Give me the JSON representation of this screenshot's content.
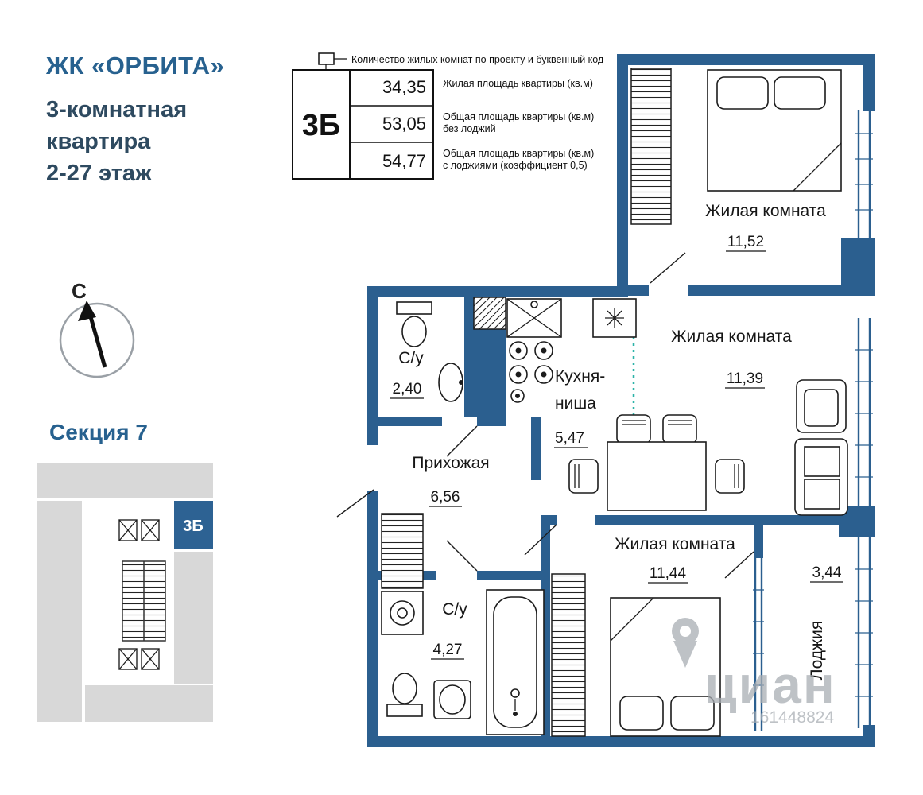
{
  "header": {
    "complex": "ЖК «ОРБИТА»",
    "subtitle_lines": [
      "3-комнатная",
      "квартира",
      "2-27 этаж"
    ]
  },
  "callout": {
    "label": "Количество жилых комнат по проекту и буквенный код"
  },
  "info_table": {
    "unit_code": "3Б",
    "rows": [
      {
        "value": "34,35",
        "label_lines": [
          "Жилая площадь квартиры (кв.м)"
        ]
      },
      {
        "value": "53,05",
        "label_lines": [
          "Общая площадь квартиры (кв.м)",
          "без лоджий"
        ]
      },
      {
        "value": "54,77",
        "label_lines": [
          "Общая площадь квартиры (кв.м)",
          "с лоджиями (коэффициент 0,5)"
        ]
      }
    ]
  },
  "compass": {
    "north": "С"
  },
  "section": {
    "title": "Секция 7",
    "unit": "3Б"
  },
  "rooms": [
    {
      "name": "Жилая комната",
      "area": "11,52"
    },
    {
      "name": "Жилая комната",
      "area": "11,39"
    },
    {
      "name_lines": [
        "Кухня-",
        "ниша"
      ],
      "area": "5,47"
    },
    {
      "name": "С/у",
      "area": "2,40"
    },
    {
      "name": "Прихожая",
      "area": "6,56"
    },
    {
      "name": "С/у",
      "area": "4,27"
    },
    {
      "name": "Жилая комната",
      "area": "11,44"
    },
    {
      "name": "Лоджия",
      "area": "3,44"
    }
  ],
  "watermark": {
    "brand": "циан",
    "id": "161448824"
  },
  "colors": {
    "wall": "#2b5f8f",
    "accent": "#2d6293",
    "kitchen_divider": "#2bb3a8",
    "gray_block": "#d8d8d8"
  }
}
